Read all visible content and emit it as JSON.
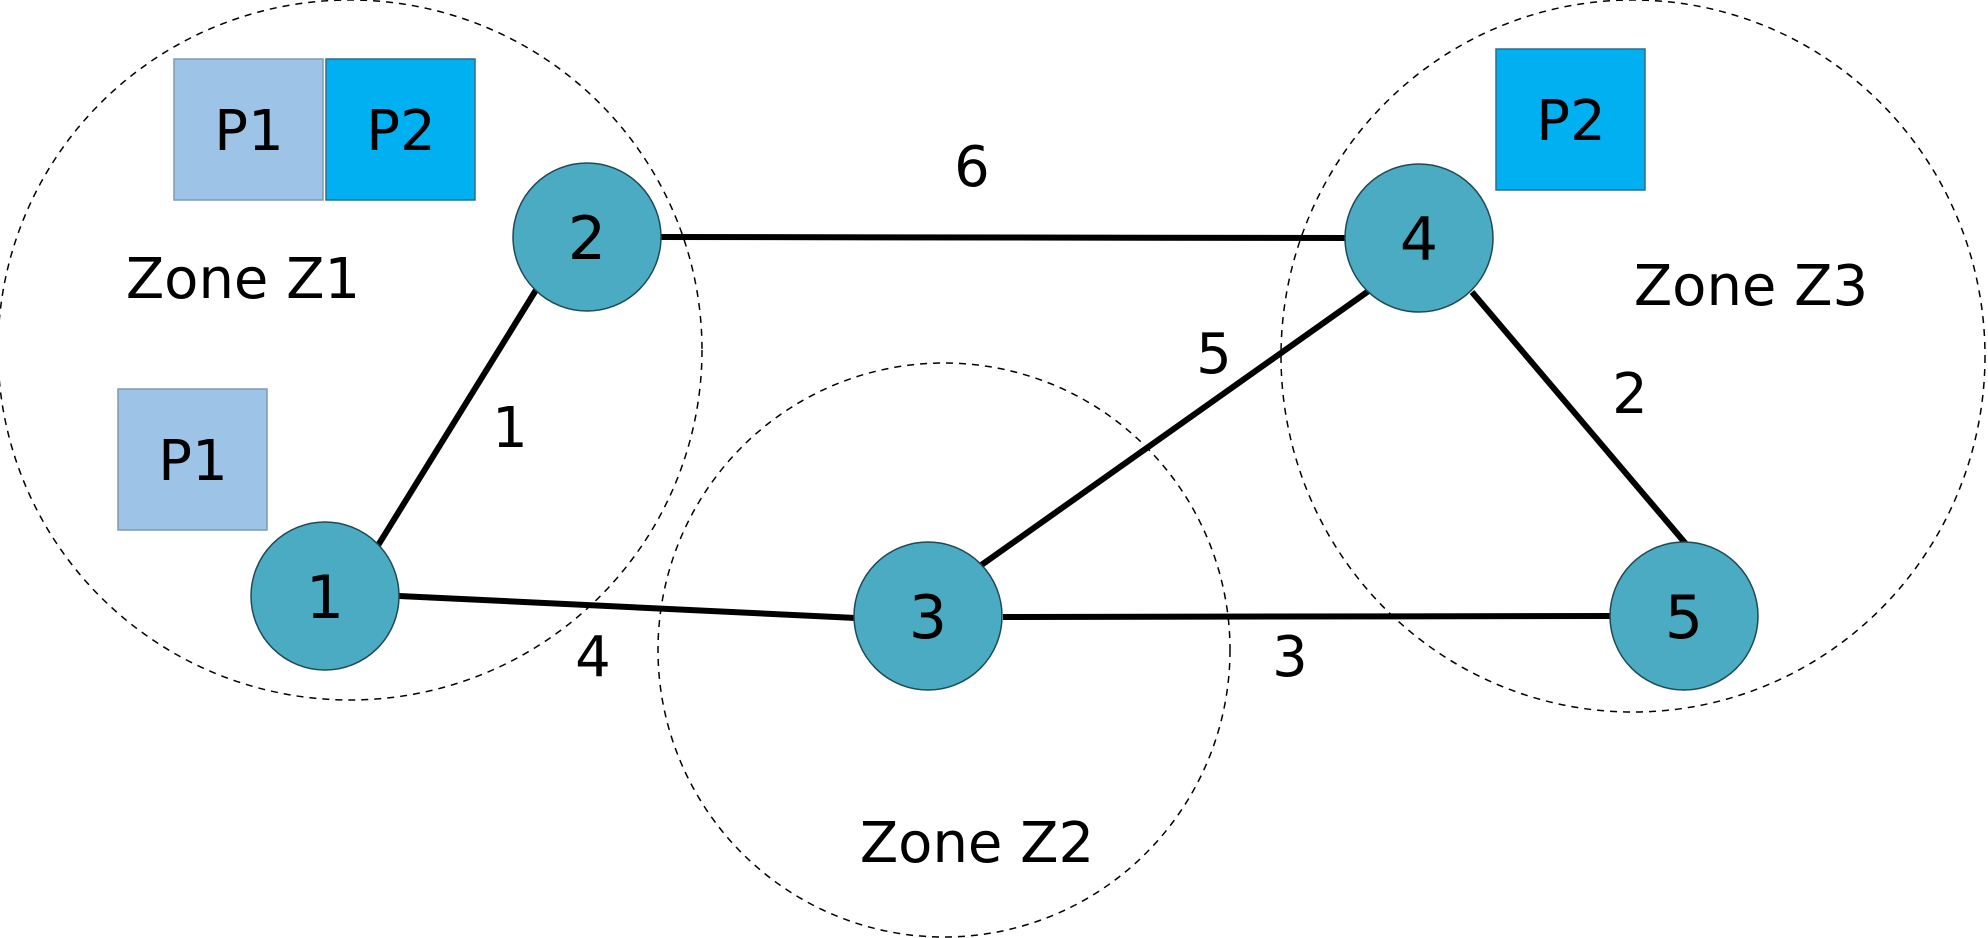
{
  "zones": [
    {
      "id": "z1",
      "label": "Zone Z1"
    },
    {
      "id": "z2",
      "label": "Zone Z2"
    },
    {
      "id": "z3",
      "label": "Zone Z3"
    }
  ],
  "nodes": [
    {
      "id": "n1",
      "label": "1"
    },
    {
      "id": "n2",
      "label": "2"
    },
    {
      "id": "n3",
      "label": "3"
    },
    {
      "id": "n4",
      "label": "4"
    },
    {
      "id": "n5",
      "label": "5"
    }
  ],
  "edges": [
    {
      "from": "1",
      "to": "2",
      "weight": "1"
    },
    {
      "from": "1",
      "to": "3",
      "weight": "4"
    },
    {
      "from": "2",
      "to": "4",
      "weight": "6"
    },
    {
      "from": "3",
      "to": "4",
      "weight": "5"
    },
    {
      "from": "3",
      "to": "5",
      "weight": "3"
    },
    {
      "from": "4",
      "to": "5",
      "weight": "2"
    }
  ],
  "products": [
    {
      "id": "z1-p1",
      "label": "P1",
      "zone": "Zone Z1"
    },
    {
      "id": "z1-p2",
      "label": "P2",
      "zone": "Zone Z1"
    },
    {
      "id": "n1-p1",
      "label": "P1",
      "zone": "Zone Z1"
    },
    {
      "id": "z3-p2",
      "label": "P2",
      "zone": "Zone Z3"
    }
  ],
  "colors": {
    "node_fill": "#4aabc3",
    "p1_fill": "#9dc3e6",
    "p2_fill": "#00b0f0",
    "edge": "#000000",
    "zone_border": "#000000"
  }
}
